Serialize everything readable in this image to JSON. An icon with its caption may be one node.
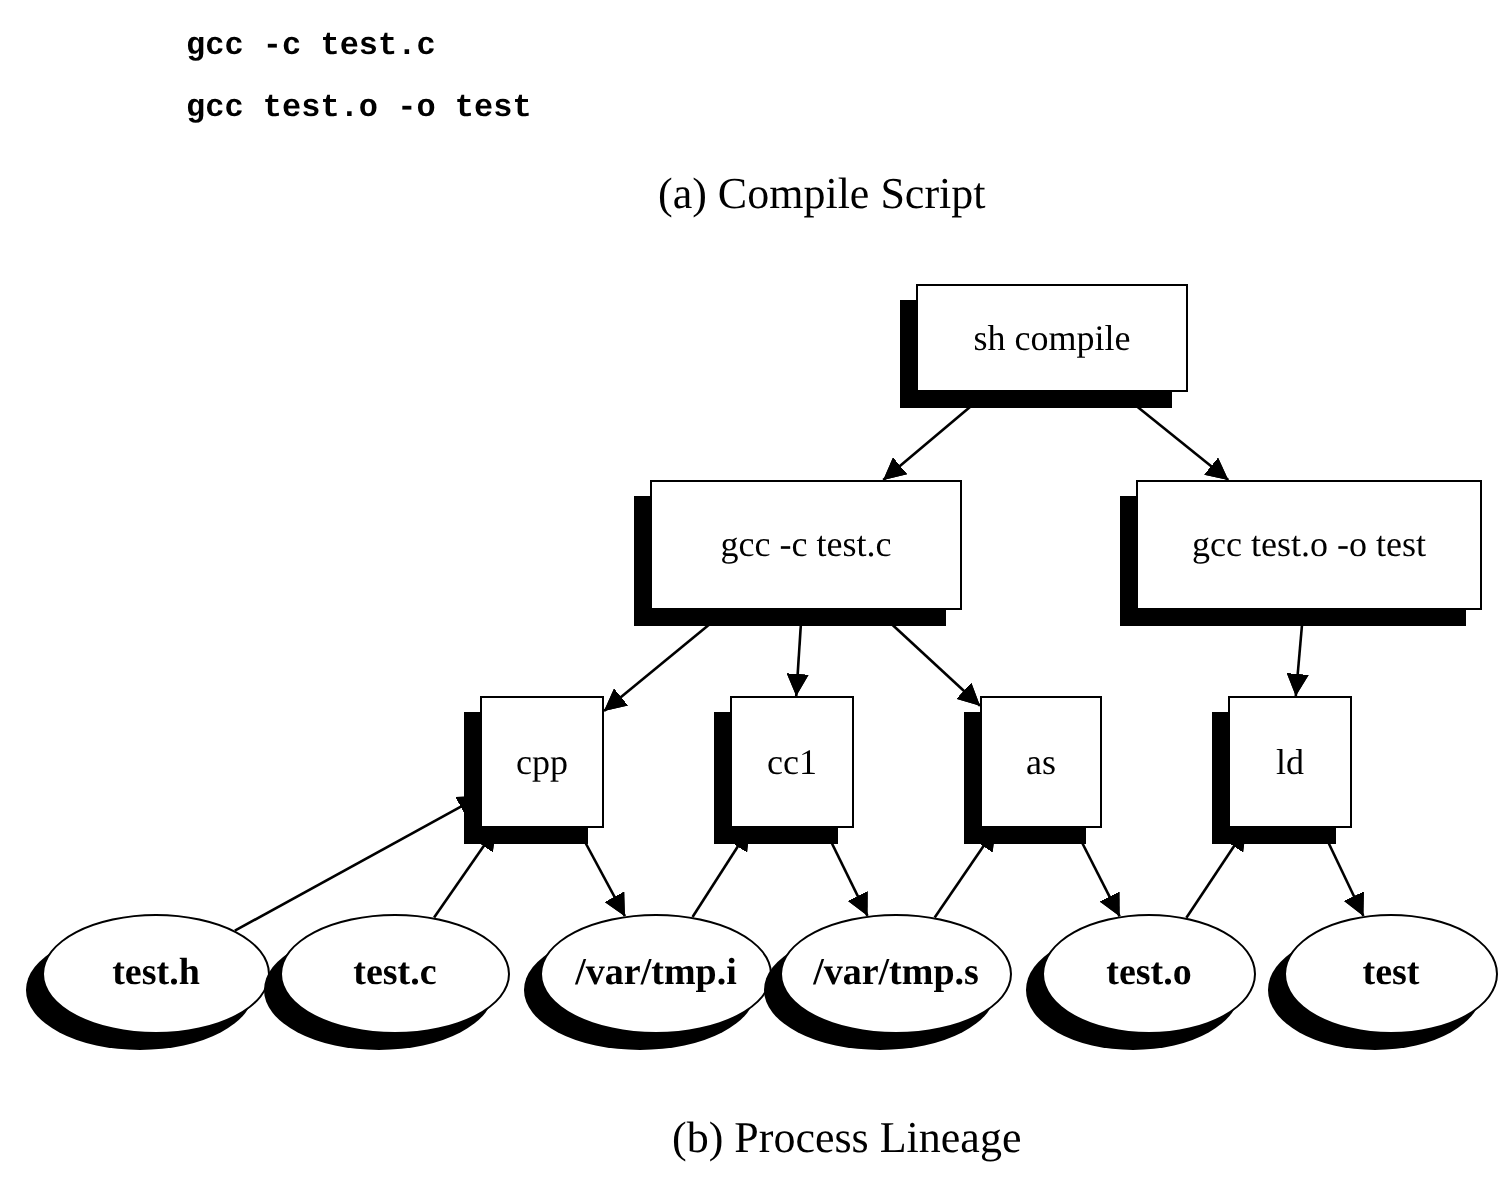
{
  "diagram": {
    "nodes": [
      {
        "text": [
          "sh compile"
        ]
      },
      {
        "text": [
          "gcc -c test.c"
        ]
      },
      {
        "text": [
          "gcc test.o -o test"
        ]
      },
      {
        "text": [
          "cpp"
        ]
      },
      {
        "text": [
          "cc1"
        ]
      },
      {
        "text": [
          "as"
        ]
      },
      {
        "text": [
          "ld"
        ]
      },
      {
        "text": [
          "test.h"
        ]
      },
      {
        "text": [
          "test.c"
        ]
      },
      {
        "text": [
          "/var/tmp.i"
        ]
      },
      {
        "text": [
          "/var/tmp.s"
        ]
      },
      {
        "text": [
          "test.o"
        ]
      },
      {
        "text": [
          "test"
        ]
      }
    ],
    "edges": [
      {
        "from": 0,
        "to": 1,
        "arrow": "to"
      },
      {
        "from": 0,
        "to": 2,
        "arrow": "to"
      },
      {
        "from": 1,
        "to": 3,
        "arrow": "to"
      },
      {
        "from": 1,
        "to": 4,
        "arrow": "to"
      },
      {
        "from": 1,
        "to": 5,
        "arrow": "to"
      },
      {
        "from": 2,
        "to": 6,
        "arrow": "to"
      },
      {
        "from": 7,
        "to": 3,
        "arrow": "to"
      },
      {
        "from": 8,
        "to": 3,
        "arrow": "to"
      },
      {
        "from": 3,
        "to": 9,
        "arrow": "to"
      },
      {
        "from": 9,
        "to": 4,
        "arrow": "to"
      },
      {
        "from": 4,
        "to": 10,
        "arrow": "to"
      },
      {
        "from": 10,
        "to": 5,
        "arrow": "to"
      },
      {
        "from": 5,
        "to": 11,
        "arrow": "to"
      },
      {
        "from": 11,
        "to": 6,
        "arrow": "to"
      },
      {
        "from": 6,
        "to": 12,
        "arrow": "to"
      }
    ],
    "labels": [
      "gcc -c test.c",
      "gcc test.o -o test",
      "(a) Compile Script",
      "(b) Process Lineage"
    ]
  }
}
